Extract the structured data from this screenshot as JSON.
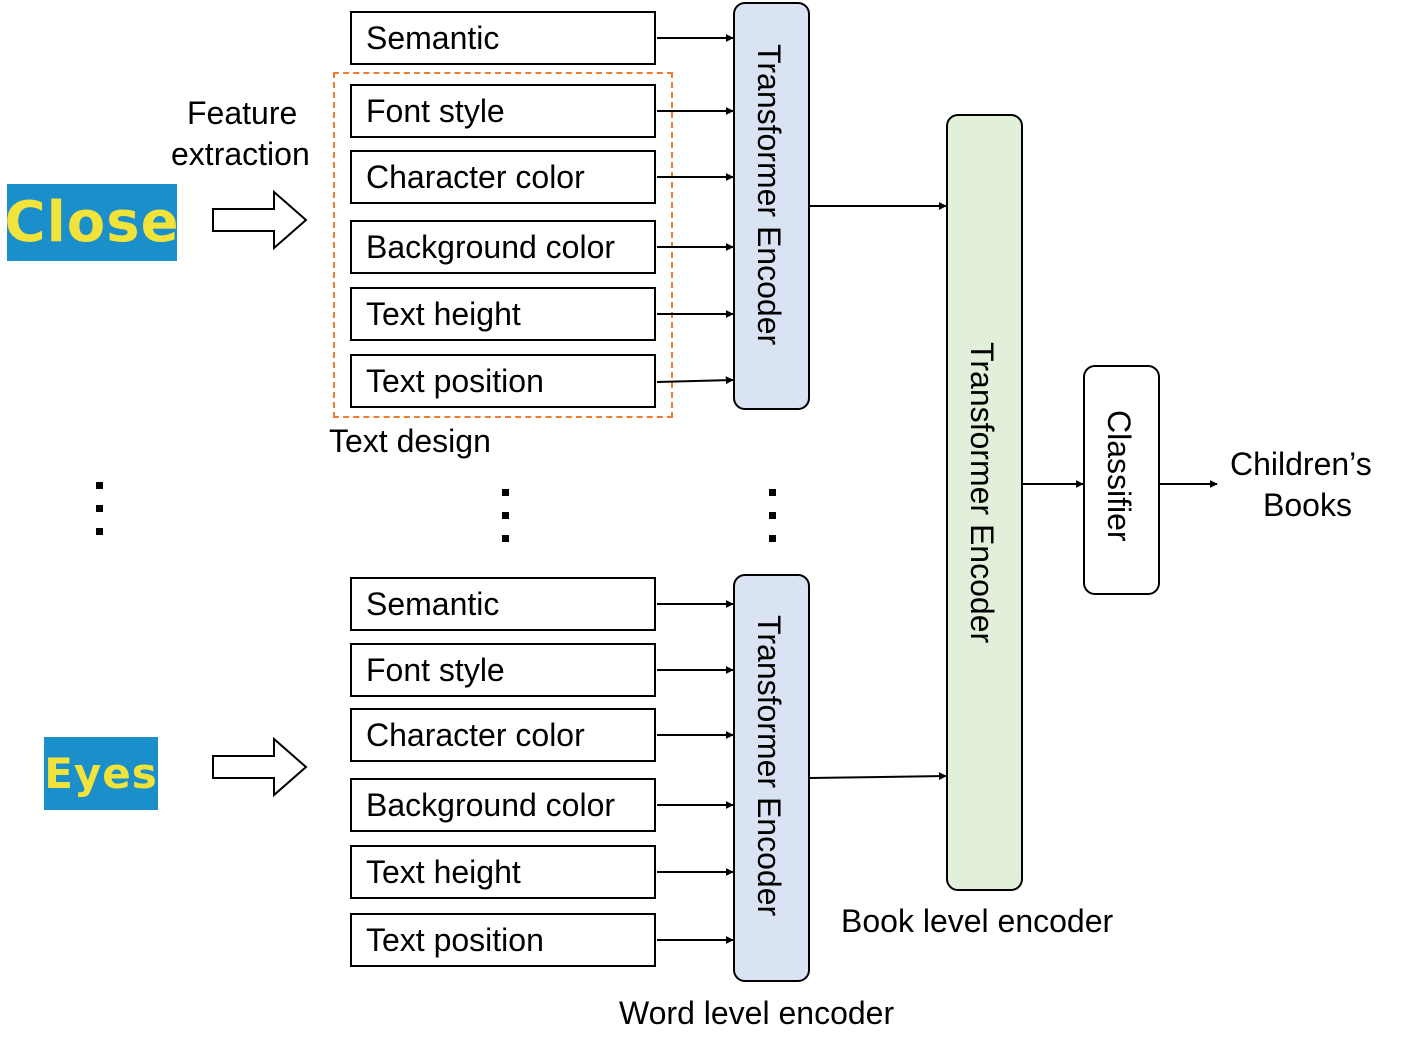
{
  "labels": {
    "feature_extraction_line1": "Feature",
    "feature_extraction_line2": "extraction",
    "text_design": "Text design",
    "word_level_encoder": "Word level encoder",
    "book_level_encoder": "Book level encoder",
    "output_line1": "Children’s",
    "output_line2": "Books"
  },
  "words": {
    "top": "Close",
    "bottom": "Eyes"
  },
  "features": [
    "Semantic",
    "Font style",
    "Character color",
    "Background color",
    "Text height",
    "Text position"
  ],
  "encoders": {
    "word_encoder": "Transformer Encoder",
    "book_encoder": "Transformer Encoder",
    "classifier": "Classifier"
  },
  "colors": {
    "word_encoder_fill": "#dae3f3",
    "book_encoder_fill": "#e2efda",
    "text_design_border": "#ed7d31",
    "word_image_bg": "#1b8fc9",
    "word_image_text": "#f2e33a"
  }
}
